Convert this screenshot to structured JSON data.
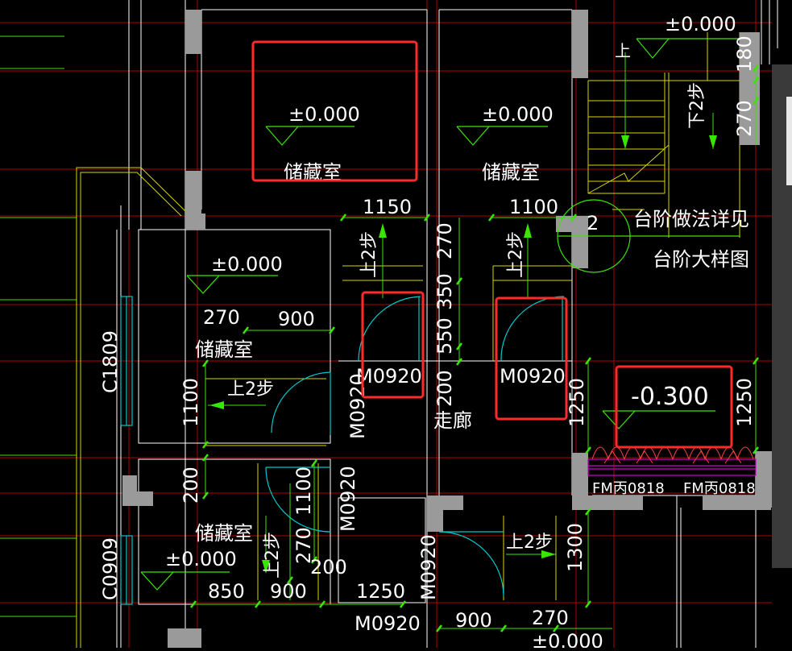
{
  "colors": {
    "background": "#000000",
    "wall": "#9a9a9a",
    "red_line": "#b00000",
    "green_line": "#39e600",
    "yellow_line": "#d6d600",
    "cyan": "#00c8c8",
    "text": "#ffffff",
    "highlight": "#ff2b2b",
    "magenta": "#d000d0"
  },
  "rooms": [
    {
      "label": "储藏室",
      "elev": "±0.000"
    },
    {
      "label": "储藏室",
      "elev": "±0.000"
    },
    {
      "label": "储藏室",
      "elev": "±0.000"
    },
    {
      "label": "储藏室",
      "elev": "±0.000"
    }
  ],
  "corridor": {
    "label": "走廊"
  },
  "elevations": {
    "top_right": "±0.000",
    "outdoor": "-0.300",
    "bottom": "±0.000"
  },
  "stairs": {
    "up_arrow": "上",
    "down_label": "下2步",
    "up2": "上2步",
    "note_line1": "台阶做法详见",
    "note_line2": "台阶大样图",
    "detail_number": "2"
  },
  "doors": {
    "m0920": "M0920",
    "fm": "FM丙0818"
  },
  "windows": {
    "c1809": "C1809",
    "c0909": "C0909"
  },
  "dims": {
    "d1150": "1150",
    "d1100": "1100",
    "d270": "270",
    "d900": "900",
    "d350": "350",
    "d550": "550",
    "d200": "200",
    "d1250": "1250",
    "d180": "180",
    "d1300": "1300",
    "d850": "850"
  }
}
